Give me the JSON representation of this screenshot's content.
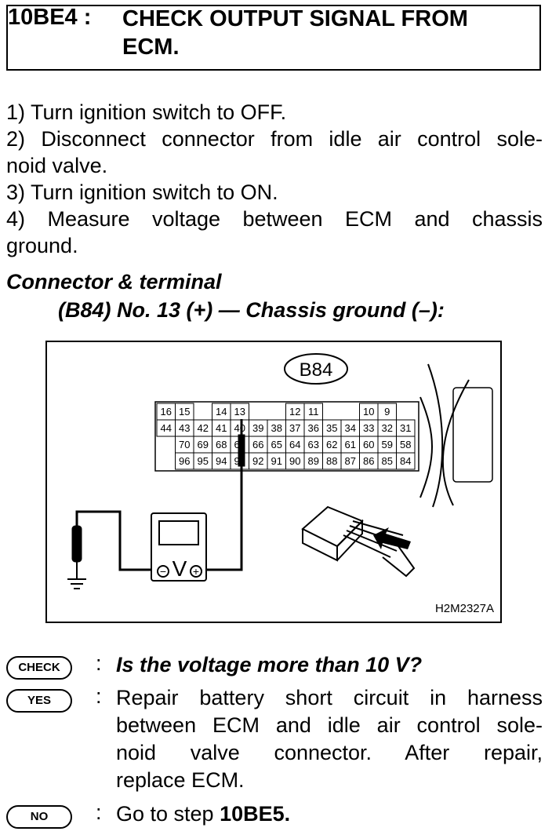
{
  "header": {
    "step_code": "10BE4 :",
    "title_line1": "CHECK OUTPUT SIGNAL FROM",
    "title_line2": "ECM."
  },
  "steps": {
    "s1": "1)  Turn ignition switch to OFF.",
    "s2a": "2)  Disconnect connector from idle air control sole-",
    "s2b": "noid valve.",
    "s3": "3)  Turn ignition switch to ON.",
    "s4a": "4)  Measure voltage between ECM and chassis",
    "s4b": "ground."
  },
  "connector": {
    "title": "Connector & terminal",
    "terminal": "(B84) No. 13 (+) — Chassis ground (–):"
  },
  "figure": {
    "connector_id": "B84",
    "figure_code": "H2M2327A",
    "voltmeter_symbol": "V",
    "row1": [
      "16",
      "15",
      "",
      "14",
      "13",
      "",
      "",
      "12",
      "11",
      "",
      "",
      "10",
      "9"
    ],
    "row2": [
      "44",
      "43",
      "42",
      "41",
      "40",
      "39",
      "38",
      "37",
      "36",
      "35",
      "34",
      "33",
      "32",
      "31"
    ],
    "row3": [
      "",
      "70",
      "69",
      "68",
      "67",
      "66",
      "65",
      "64",
      "63",
      "62",
      "61",
      "60",
      "59",
      "58"
    ],
    "row4": [
      "",
      "96",
      "95",
      "94",
      "93",
      "92",
      "91",
      "90",
      "89",
      "88",
      "87",
      "86",
      "85",
      "84"
    ]
  },
  "qa": {
    "check_tag": "CHECK",
    "yes_tag": "YES",
    "no_tag": "NO",
    "colon": ":",
    "check_question": "Is the voltage more than 10 V?",
    "yes_l1": "Repair battery short circuit in harness",
    "yes_l2": "between ECM and idle air control sole-",
    "yes_l3": "noid valve connector. After repair,",
    "yes_l4": "replace ECM.",
    "no_prefix": "Go to step ",
    "no_step": "10BE5."
  }
}
